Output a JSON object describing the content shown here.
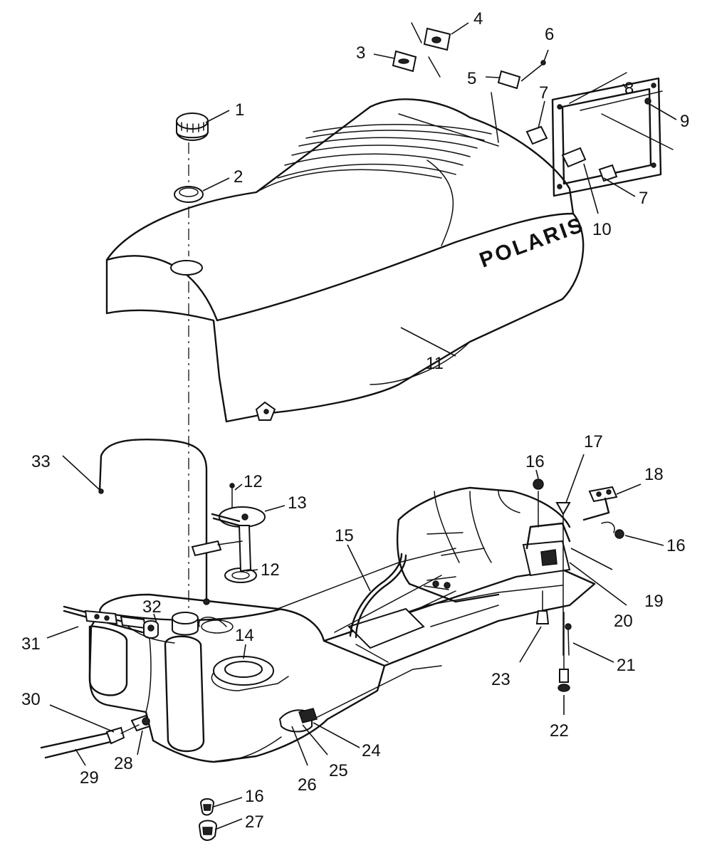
{
  "diagram": {
    "brand": "POLARIS",
    "callouts": [
      {
        "id": "c1",
        "label": "1"
      },
      {
        "id": "c2",
        "label": "2"
      },
      {
        "id": "c3",
        "label": "3"
      },
      {
        "id": "c4",
        "label": "4"
      },
      {
        "id": "c5",
        "label": "5"
      },
      {
        "id": "c6",
        "label": "6"
      },
      {
        "id": "c7a",
        "label": "7"
      },
      {
        "id": "c7b",
        "label": "7"
      },
      {
        "id": "c8",
        "label": "8"
      },
      {
        "id": "c9",
        "label": "9"
      },
      {
        "id": "c10",
        "label": "10"
      },
      {
        "id": "c11",
        "label": "11"
      },
      {
        "id": "c12a",
        "label": "12"
      },
      {
        "id": "c12b",
        "label": "12"
      },
      {
        "id": "c13",
        "label": "13"
      },
      {
        "id": "c14",
        "label": "14"
      },
      {
        "id": "c15",
        "label": "15"
      },
      {
        "id": "c16a",
        "label": "16"
      },
      {
        "id": "c16b",
        "label": "16"
      },
      {
        "id": "c16c",
        "label": "16"
      },
      {
        "id": "c17",
        "label": "17"
      },
      {
        "id": "c18",
        "label": "18"
      },
      {
        "id": "c19",
        "label": "19"
      },
      {
        "id": "c20",
        "label": "20"
      },
      {
        "id": "c21",
        "label": "21"
      },
      {
        "id": "c22",
        "label": "22"
      },
      {
        "id": "c23",
        "label": "23"
      },
      {
        "id": "c24",
        "label": "24"
      },
      {
        "id": "c25",
        "label": "25"
      },
      {
        "id": "c26",
        "label": "26"
      },
      {
        "id": "c27",
        "label": "27"
      },
      {
        "id": "c28",
        "label": "28"
      },
      {
        "id": "c29",
        "label": "29"
      },
      {
        "id": "c30",
        "label": "30"
      },
      {
        "id": "c31",
        "label": "31"
      },
      {
        "id": "c32",
        "label": "32"
      },
      {
        "id": "c33",
        "label": "33"
      }
    ]
  }
}
